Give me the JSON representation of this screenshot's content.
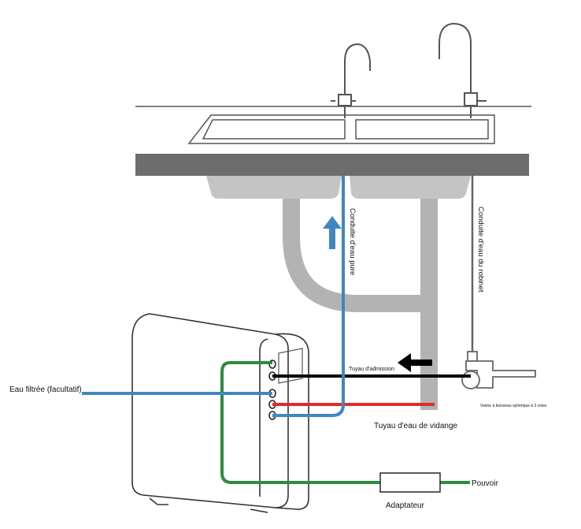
{
  "labels": {
    "pure_water_line": "Conduite d'eau pure",
    "tap_water_line": "Conduite d'eau du robinet",
    "inlet_pipe": "Tuyau d'admission",
    "filtered_water": "Eau filtrée (facultatif)",
    "drain_pipe": "Tuyau d'eau de vidange",
    "valve": "Vanne à boisseau sphérique à 3 voies",
    "power": "Pouvoir",
    "adapter": "Adaptateur"
  },
  "colors": {
    "blue_pipe": "#3f87c0",
    "red_pipe": "#e02b2b",
    "green_pipe": "#2e8b3e",
    "black_pipe": "#000000",
    "counter": "#6d6d6d",
    "sink_drain": "#b3b3b3"
  }
}
